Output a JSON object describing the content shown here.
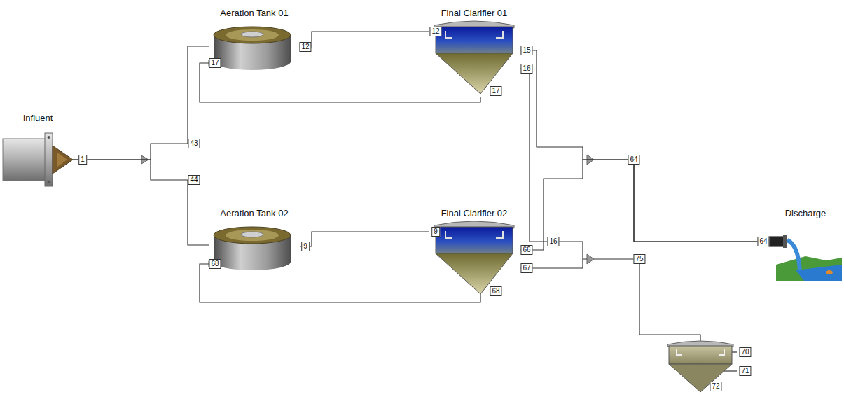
{
  "diagram": {
    "nodes": [
      {
        "text": [
          "Influent"
        ]
      },
      {
        "text": [
          "Aeration Tank 01"
        ]
      },
      {
        "text": [
          "Final Clarifier 01"
        ]
      },
      {
        "text": [
          "Aeration Tank 02"
        ]
      },
      {
        "text": [
          "Final Clarifier 02"
        ]
      },
      {
        "text": [
          "Discharge"
        ]
      }
    ],
    "edges": [
      {
        "from": 0,
        "to": 1,
        "arrow": "none"
      },
      {
        "from": 0,
        "to": 3,
        "arrow": "none"
      },
      {
        "from": 1,
        "to": 2,
        "arrow": "none"
      },
      {
        "from": 2,
        "to": 1,
        "arrow": "none"
      },
      {
        "from": 3,
        "to": 4,
        "arrow": "none"
      },
      {
        "from": 4,
        "to": 3,
        "arrow": "none"
      },
      {
        "from": 2,
        "to": 5,
        "arrow": "none"
      },
      {
        "from": 4,
        "to": 5,
        "arrow": "none"
      }
    ],
    "labels": [
      "1",
      "43",
      "44",
      "17",
      "12",
      "12",
      "15",
      "16",
      "17",
      "9",
      "68",
      "9",
      "66",
      "67",
      "68",
      "16",
      "64",
      "64",
      "75",
      "70",
      "71",
      "72"
    ]
  }
}
